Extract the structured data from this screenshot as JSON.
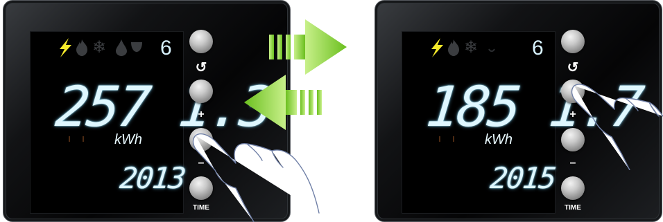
{
  "devices": [
    {
      "id": "left",
      "level": "6",
      "main_value": "257.1.3",
      "main_value_display": "257 1.3",
      "unit": "kWh",
      "time_value": "2013",
      "buttons": {
        "refresh_icon": "↺",
        "plus_label": "+",
        "minus_label": "–",
        "time_label": "TIME"
      }
    },
    {
      "id": "right",
      "level": "6",
      "main_value": "185 1.7",
      "unit": "kWh",
      "time_value": "2015",
      "buttons": {
        "refresh_icon": "↺",
        "plus_label": "+",
        "minus_label": "–",
        "time_label": "TIME"
      }
    }
  ],
  "colors": {
    "bolt": "#f5ea2a",
    "screen_glow": "#dff7ff",
    "arrow_green": "#7ccf2c"
  },
  "icons": [
    "bolt-icon",
    "flame-icon",
    "snowflake-icon",
    "drop-icon",
    "cup-icon",
    "refresh-icon",
    "hand-icon",
    "arrow-right-icon",
    "arrow-left-icon"
  ]
}
